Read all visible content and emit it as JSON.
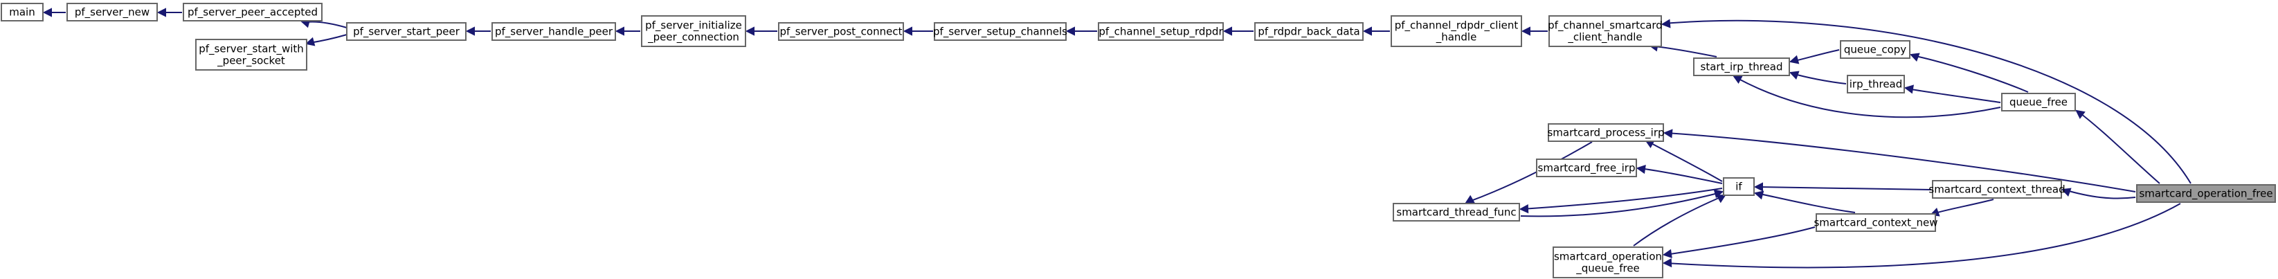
{
  "graph": {
    "nodes": [
      {
        "id": "main",
        "lines": [
          "main"
        ]
      },
      {
        "id": "pf_server_new",
        "lines": [
          "pf_server_new"
        ]
      },
      {
        "id": "pf_server_peer_accepted",
        "lines": [
          "pf_server_peer_accepted"
        ]
      },
      {
        "id": "pf_server_start_with_peer_socket",
        "lines": [
          "pf_server_start_with",
          "_peer_socket"
        ]
      },
      {
        "id": "pf_server_start_peer",
        "lines": [
          "pf_server_start_peer"
        ]
      },
      {
        "id": "pf_server_handle_peer",
        "lines": [
          "pf_server_handle_peer"
        ]
      },
      {
        "id": "pf_server_initialize_peer_connection",
        "lines": [
          "pf_server_initialize",
          "_peer_connection"
        ]
      },
      {
        "id": "pf_server_post_connect",
        "lines": [
          "pf_server_post_connect"
        ]
      },
      {
        "id": "pf_server_setup_channels",
        "lines": [
          "pf_server_setup_channels"
        ]
      },
      {
        "id": "pf_channel_setup_rdpdr",
        "lines": [
          "pf_channel_setup_rdpdr"
        ]
      },
      {
        "id": "pf_rdpdr_back_data",
        "lines": [
          "pf_rdpdr_back_data"
        ]
      },
      {
        "id": "pf_channel_rdpdr_client_handle",
        "lines": [
          "pf_channel_rdpdr_client",
          "_handle"
        ]
      },
      {
        "id": "pf_channel_smartcard_client_handle",
        "lines": [
          "pf_channel_smartcard",
          "_client_handle"
        ]
      },
      {
        "id": "start_irp_thread",
        "lines": [
          "start_irp_thread"
        ]
      },
      {
        "id": "queue_copy",
        "lines": [
          "queue_copy"
        ]
      },
      {
        "id": "irp_thread",
        "lines": [
          "irp_thread"
        ]
      },
      {
        "id": "queue_free",
        "lines": [
          "queue_free"
        ]
      },
      {
        "id": "smartcard_operation_free",
        "lines": [
          "smartcard_operation_free"
        ],
        "highlight": true
      },
      {
        "id": "smartcard_process_irp",
        "lines": [
          "smartcard_process_irp"
        ]
      },
      {
        "id": "smartcard_free_irp",
        "lines": [
          "smartcard_free_irp"
        ]
      },
      {
        "id": "if",
        "lines": [
          "if"
        ]
      },
      {
        "id": "smartcard_thread_func",
        "lines": [
          "smartcard_thread_func"
        ]
      },
      {
        "id": "smartcard_context_thread",
        "lines": [
          "smartcard_context_thread"
        ]
      },
      {
        "id": "smartcard_context_new",
        "lines": [
          "smartcard_context_new"
        ]
      },
      {
        "id": "smartcard_operation_queue_free",
        "lines": [
          "smartcard_operation",
          "_queue_free"
        ]
      }
    ],
    "colors": {
      "edge": "#191970",
      "node_border": "#666666",
      "node_fill": "#ffffff",
      "highlight_fill": "#999999"
    }
  }
}
